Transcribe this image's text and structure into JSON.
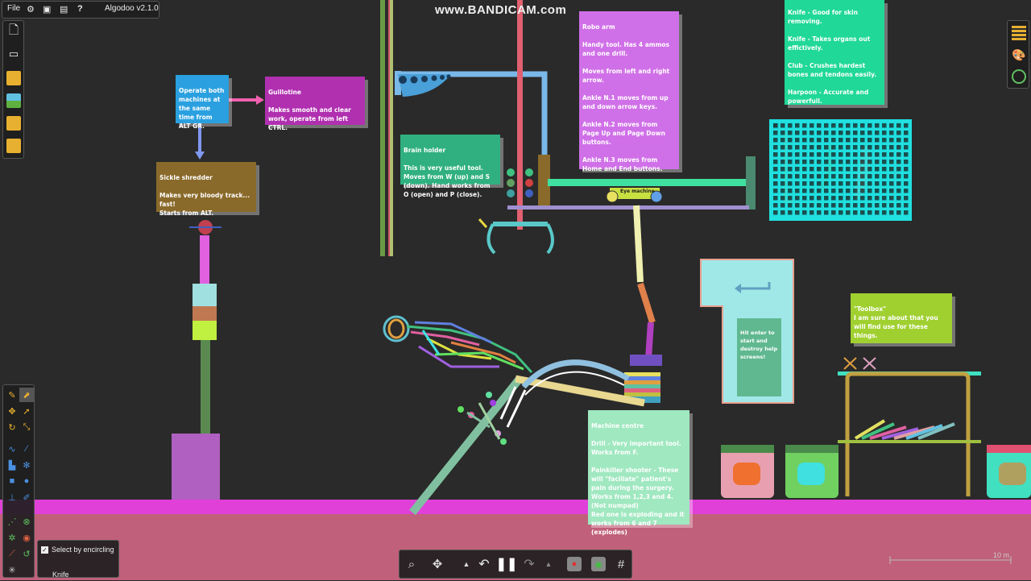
{
  "app": {
    "title": "Algodoo v2.1.0",
    "file_menu": "File",
    "watermark": "www.BANDICAM.com"
  },
  "notes": {
    "operate": "Operate both machines at the same time from ALT GR.",
    "guillotine_title": "Guillotine",
    "guillotine_body": "Makes smooth and clear work, operate from left CTRL.",
    "sickle_title": "Sickle shredder",
    "sickle_body": "Makes very bloody track... fast!\nStarts from ALT.",
    "brain_title": "Brain holder",
    "brain_body": "This is very useful tool. Moves from W (up) and S (down). Hand works from O (open) and P (close).",
    "robo_title": "Robo arm",
    "robo_body": "Handy tool. Has 4 ammos and one drill.\n\nMoves from left and right arrow.\n\nAnkle N.1 moves from up and down arrow keys.\n\nAnkle N.2 moves from Page Up  and Page Down buttons.\n\nAnkle N.3 moves from Home and End buttons.",
    "weapons_top": "Knife - Good for skin removing.",
    "weapons_body": "Knife - Takes organs out effictively.\n\nClub - Crushes hardest bones and tendons easily.\n\nHarpoon - Accurate and powerfull.",
    "hit_enter": "Hit enter to start and destroy help screens!",
    "toolbox": "\"Toolbox\"\nI am sure about that you will find use for these things.",
    "machine_title": "Machine centre",
    "machine_body": "Drill - Very important tool. Works from F.\n\nPainkiller shooter - These will \"faciliate\" patient's pain during the surgery. Works from 1,2,3 and 4. (Not numpad)\nRed one is exploding and it works from 6 and 7 (explodes)",
    "eye_machine": "Eye machine"
  },
  "bottom_left": {
    "select_by_encircling": "Select by encircling",
    "knife_label": "Knife"
  },
  "scale": {
    "label": "10 m"
  },
  "colors": {
    "background": "#2a2a2a",
    "ground_top": "#e040d8",
    "ground": "#c0607a"
  }
}
